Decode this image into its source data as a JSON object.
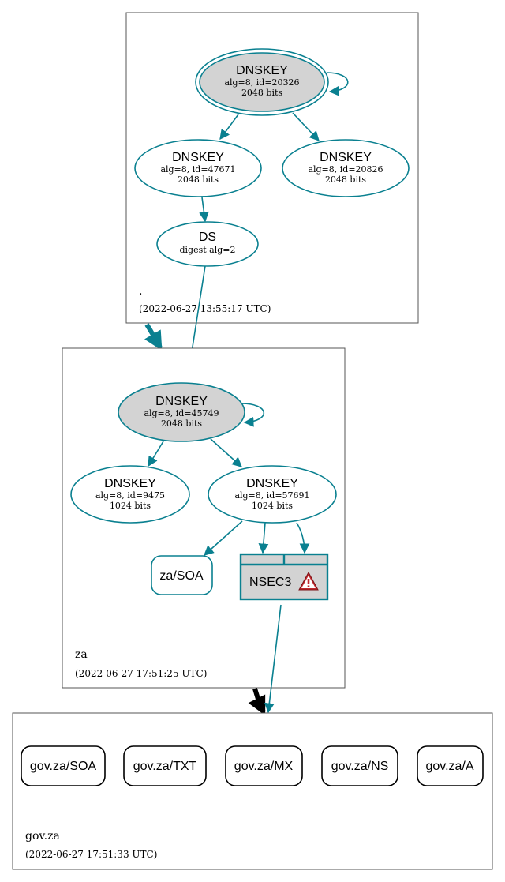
{
  "zones": {
    "root": {
      "name": ".",
      "timestamp": "(2022-06-27 13:55:17 UTC)",
      "nodes": {
        "ksk": {
          "title": "DNSKEY",
          "line1": "alg=8, id=20326",
          "line2": "2048 bits"
        },
        "zsk_a": {
          "title": "DNSKEY",
          "line1": "alg=8, id=47671",
          "line2": "2048 bits"
        },
        "zsk_b": {
          "title": "DNSKEY",
          "line1": "alg=8, id=20826",
          "line2": "2048 bits"
        },
        "ds": {
          "title": "DS",
          "line1": "digest alg=2"
        }
      }
    },
    "za": {
      "name": "za",
      "timestamp": "(2022-06-27 17:51:25 UTC)",
      "nodes": {
        "ksk": {
          "title": "DNSKEY",
          "line1": "alg=8, id=45749",
          "line2": "2048 bits"
        },
        "zsk_a": {
          "title": "DNSKEY",
          "line1": "alg=8, id=9475",
          "line2": "1024 bits"
        },
        "zsk_b": {
          "title": "DNSKEY",
          "line1": "alg=8, id=57691",
          "line2": "1024 bits"
        },
        "soa": {
          "label": "za/SOA"
        },
        "nsec3": {
          "label": "NSEC3",
          "warning_icon": "warning-triangle-icon"
        }
      }
    },
    "govza": {
      "name": "gov.za",
      "timestamp": "(2022-06-27 17:51:33 UTC)",
      "records": [
        "gov.za/SOA",
        "gov.za/TXT",
        "gov.za/MX",
        "gov.za/NS",
        "gov.za/A"
      ]
    }
  },
  "colors": {
    "edge": "#0a8090",
    "ksk_fill": "#d3d3d3",
    "delegation_insecure": "#000000",
    "delegation_secure": "#0a8090",
    "warning": "#c0282d"
  }
}
